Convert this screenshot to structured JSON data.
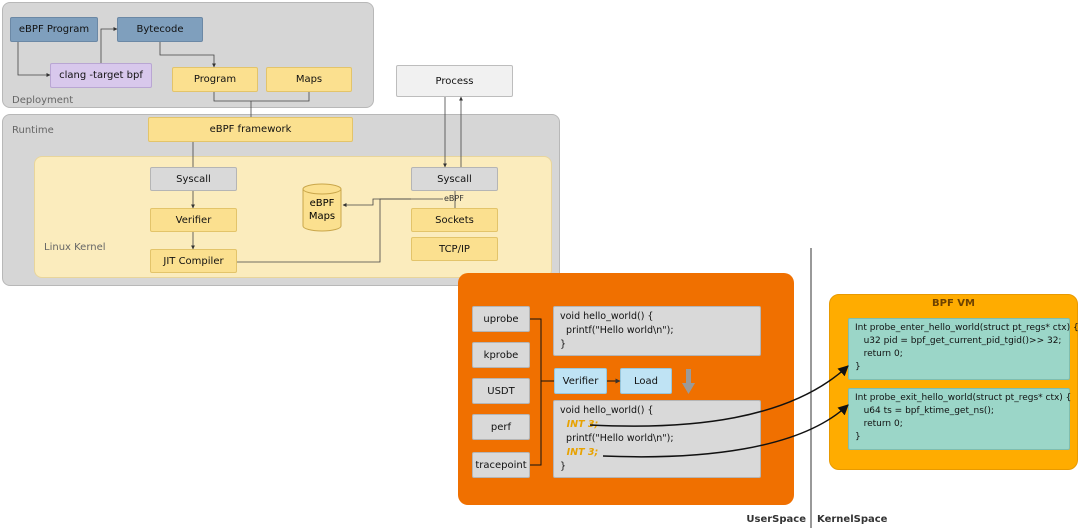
{
  "deployment": {
    "label": "Deployment",
    "ebpf_program": "eBPF Program",
    "bytecode": "Bytecode",
    "clang": "clang -target bpf",
    "program": "Program",
    "maps": "Maps"
  },
  "process": "Process",
  "runtime": {
    "label": "Runtime",
    "framework": "eBPF framework",
    "kernel_label": "Linux Kernel",
    "syscall_left": "Syscall",
    "verifier": "Verifier",
    "jit": "JIT Compiler",
    "ebpf_maps_line1": "eBPF",
    "ebpf_maps_line2": "Maps",
    "syscall_right": "Syscall",
    "ebpf_tag": "eBPF",
    "sockets": "Sockets",
    "tcpip": "TCP/IP"
  },
  "userspace": {
    "probes": [
      "uprobe",
      "kprobe",
      "USDT",
      "perf",
      "tracepoint"
    ],
    "code1": [
      "void hello_world() {",
      "  printf(\"Hello world\\n\");",
      "}"
    ],
    "verifier": "Verifier",
    "load": "Load",
    "code2_l1": "void hello_world() {",
    "code2_l2": "  INT 3;",
    "code2_l3": "  printf(\"Hello world\\n\");",
    "code2_l4": "  INT 3;",
    "code2_l5": "}"
  },
  "bpfvm": {
    "title": "BPF VM",
    "enter": [
      "Int probe_enter_hello_world(struct pt_regs* ctx) {",
      "   u32 pid = bpf_get_current_pid_tgid()>> 32;",
      "   return 0;",
      "}"
    ],
    "exit": [
      "Int probe_exit_hello_world(struct pt_regs* ctx) {",
      "   u64 ts = bpf_ktime_get_ns();",
      "   return 0;",
      "}"
    ]
  },
  "footer": {
    "userspace": "UserSpace",
    "kernelspace": "KernelSpace"
  },
  "colors": {
    "orange": "#f07000",
    "bpfvm": "#ffac00",
    "yellow": "#fbe08f",
    "blue": "#7f9fbd"
  }
}
